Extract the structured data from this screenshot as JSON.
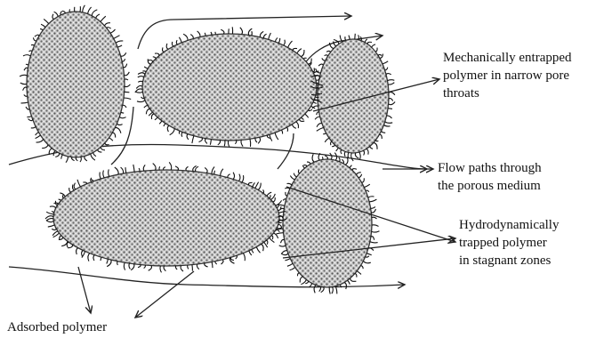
{
  "labels": {
    "entrapped": [
      "Mechanically entrapped",
      "polymer in narrow pore",
      "throats"
    ],
    "flow": [
      "Flow paths through",
      "the porous medium"
    ],
    "hydro": [
      "Hydrodynamically",
      "trapped polymer",
      "in stagnant zones"
    ],
    "adsorbed": [
      "Adsorbed polymer"
    ]
  }
}
